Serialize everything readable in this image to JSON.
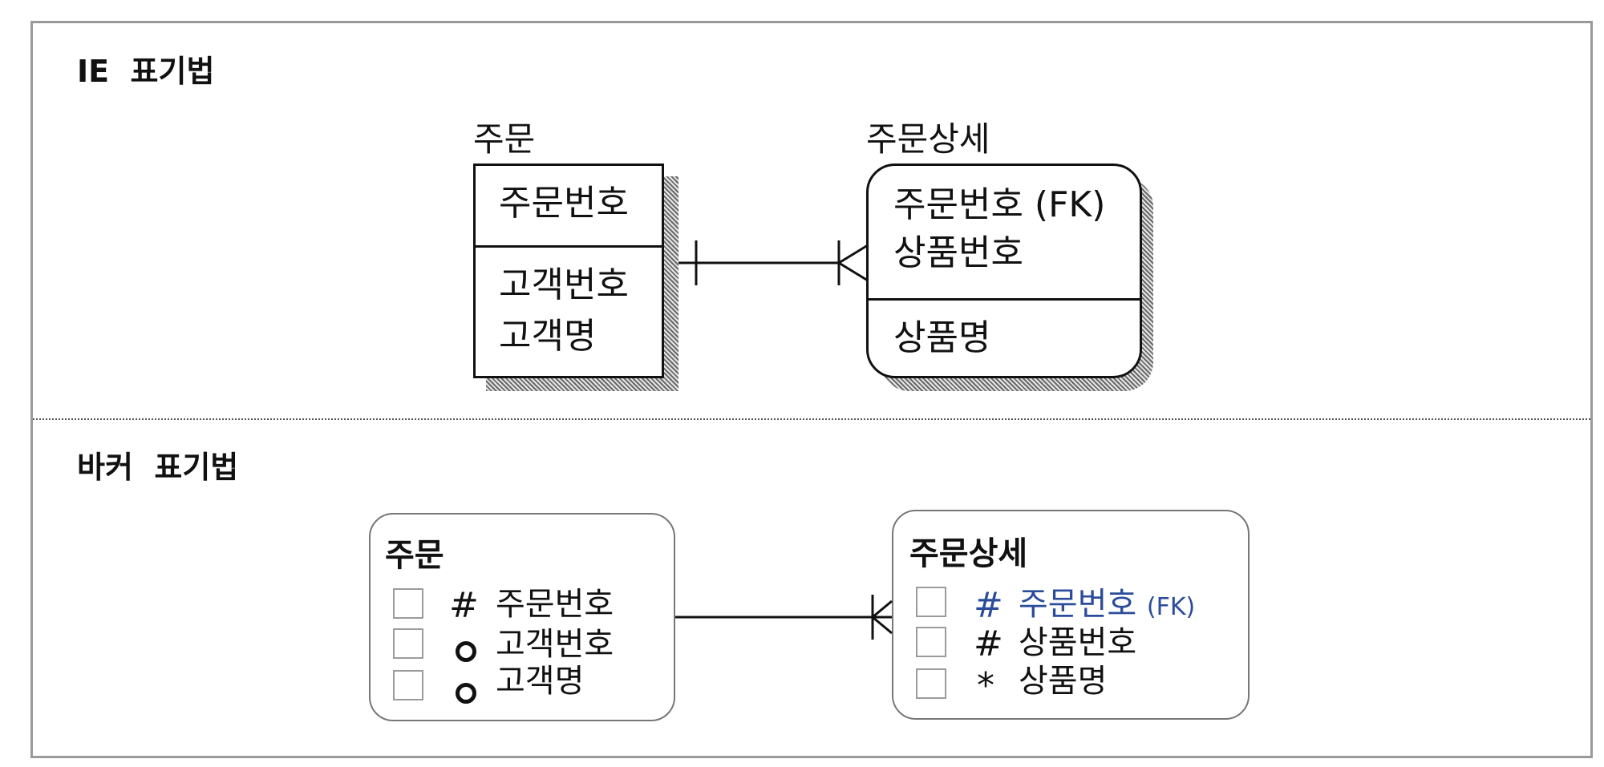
{
  "ie": {
    "title": "IE  표기법",
    "order": {
      "name": "주문",
      "pk": [
        "주문번호"
      ],
      "attrs": [
        "고객번호",
        "고객명"
      ]
    },
    "detail": {
      "name": "주문상세",
      "pk": [
        "주문번호 (FK)",
        "상품번호"
      ],
      "attrs": [
        "상품명"
      ]
    }
  },
  "barker": {
    "title": "바커  표기법",
    "order": {
      "name": "주문",
      "rows": [
        {
          "symbol": "#",
          "label": "주문번호"
        },
        {
          "symbol": "o",
          "label": "고객번호"
        },
        {
          "symbol": "o",
          "label": "고객명"
        }
      ]
    },
    "detail": {
      "name": "주문상세",
      "rows": [
        {
          "symbol": "#",
          "label": "주문번호",
          "suffix": "(FK)"
        },
        {
          "symbol": "#",
          "label": "상품번호"
        },
        {
          "symbol": "*",
          "label": "상품명"
        }
      ]
    }
  },
  "colors": {
    "fk_highlight": "#2b4c9a",
    "line": "#111111",
    "frame": "#9a9a9a"
  }
}
